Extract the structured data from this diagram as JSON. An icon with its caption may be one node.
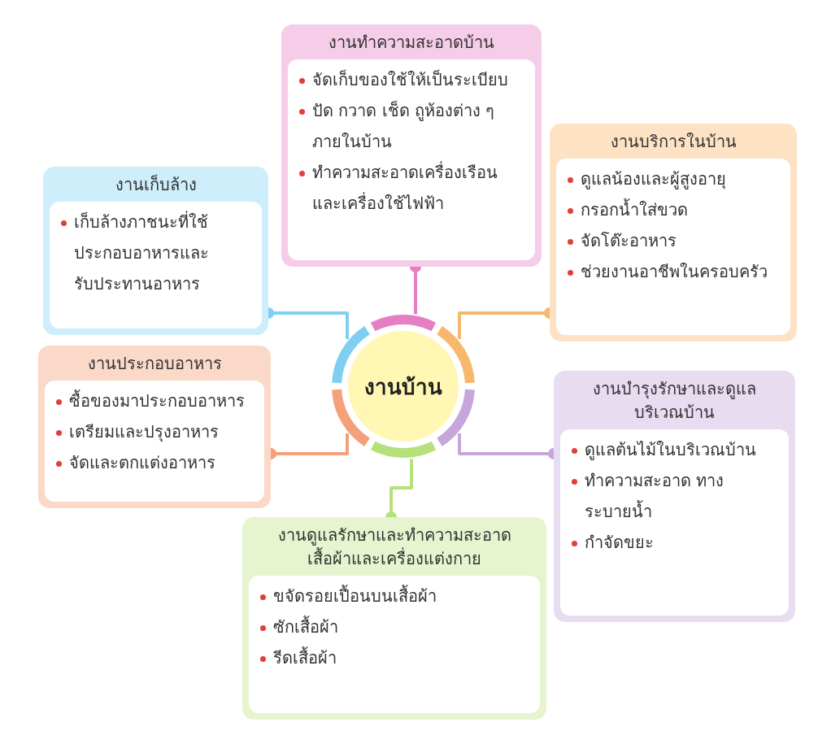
{
  "diagram": {
    "nodes": [
      {
        "text": [
          "งานบ้าน"
        ]
      },
      {
        "text": [
          "งานทำความสะอาดบ้าน",
          "จัดเก็บของใช้ให้เป็นระเบียบ",
          "ปัด กวาด เช็ด ถูห้องต่าง ๆ ภายในบ้าน",
          "ทำความสะอาดเครื่องเรือน และเครื่องใช้ไฟฟ้า"
        ]
      },
      {
        "text": [
          "งานเก็บล้าง",
          "เก็บล้างภาชนะที่ใช้ ประกอบอาหารและ รับประทานอาหาร"
        ]
      },
      {
        "text": [
          "งานบริการในบ้าน",
          "ดูแลน้องและผู้สูงอายุ",
          "กรอกน้ำใส่ขวด",
          "จัดโต๊ะอาหาร",
          "ช่วยงานอาชีพในครอบครัว"
        ]
      },
      {
        "text": [
          "งานประกอบอาหาร",
          "ซื้อของมาประกอบอาหาร",
          "เตรียมและปรุงอาหาร",
          "จัดและตกแต่งอาหาร"
        ]
      },
      {
        "text": [
          "งานบำรุงรักษาและดูแล บริเวณบ้าน",
          "ดูแลต้นไม้ในบริเวณบ้าน",
          "ทำความสะอาด ทางระบายน้ำ",
          "กำจัดขยะ"
        ]
      },
      {
        "text": [
          "งานดูแลรักษาและทำความสะอาด เสื้อผ้าและเครื่องแต่งกาย",
          "ขจัดรอยเปื้อนบนเสื้อผ้า",
          "ซักเสื้อผ้า",
          "รีดเสื้อผ้า"
        ]
      }
    ],
    "edges": [
      {
        "from": 0,
        "to": 1,
        "arrow": "other",
        "color": "#e57fc4"
      },
      {
        "from": 0,
        "to": 2,
        "arrow": "other",
        "color": "#7fd0f0"
      },
      {
        "from": 0,
        "to": 3,
        "arrow": "other",
        "color": "#f7b86c"
      },
      {
        "from": 0,
        "to": 4,
        "arrow": "other",
        "color": "#f4a07a"
      },
      {
        "from": 0,
        "to": 5,
        "arrow": "other",
        "color": "#c6a6dc"
      },
      {
        "from": 0,
        "to": 6,
        "arrow": "other",
        "color": "#b6e07a"
      }
    ]
  }
}
